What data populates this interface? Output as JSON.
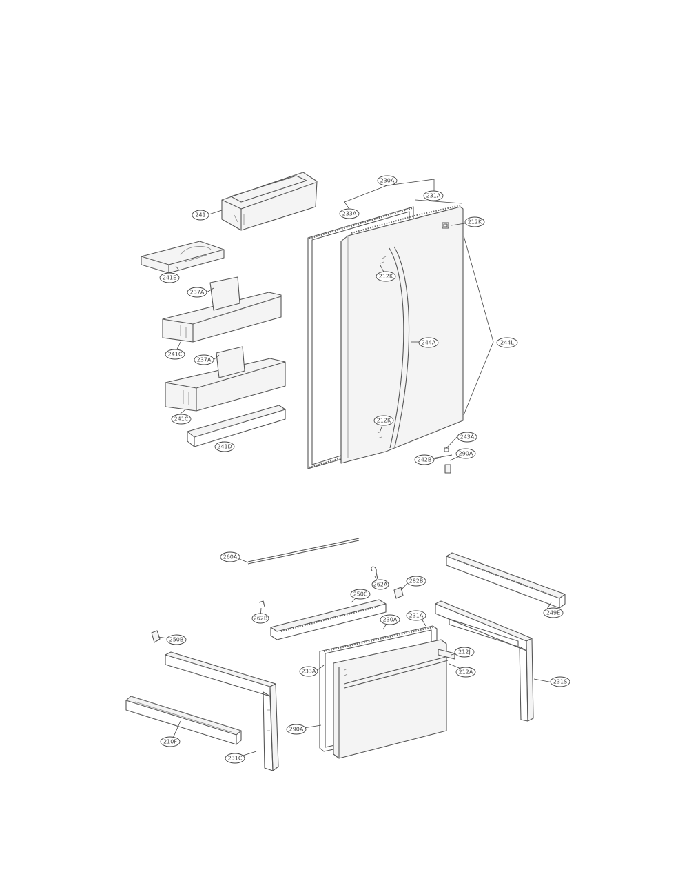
{
  "callouts": {
    "c230A": "230A",
    "c231A": "231A",
    "c233A": "233A",
    "c212K_top": "212K",
    "c241": "241",
    "c241E": "241E",
    "c212K_a": "212K",
    "c237A_a": "237A",
    "c244A": "244A",
    "c244L": "244L",
    "c241C_a": "241C",
    "c237A_b": "237A",
    "c241C_b": "241C",
    "c212K_b": "212K",
    "c241D": "241D",
    "c243A": "243A",
    "c290A": "290A",
    "c242B": "242B",
    "c260A": "260A",
    "c262A": "262A",
    "c282B": "282B",
    "c250C": "250C",
    "c262B": "262B",
    "c249E": "249E",
    "c230A_b": "230A",
    "c231A_b": "231A",
    "c250B": "250B",
    "c233A_b": "233A",
    "c212J": "212J",
    "c212A": "212A",
    "c231S": "231S",
    "c210F": "210F",
    "c290A_b": "290A",
    "c231C": "231C"
  }
}
